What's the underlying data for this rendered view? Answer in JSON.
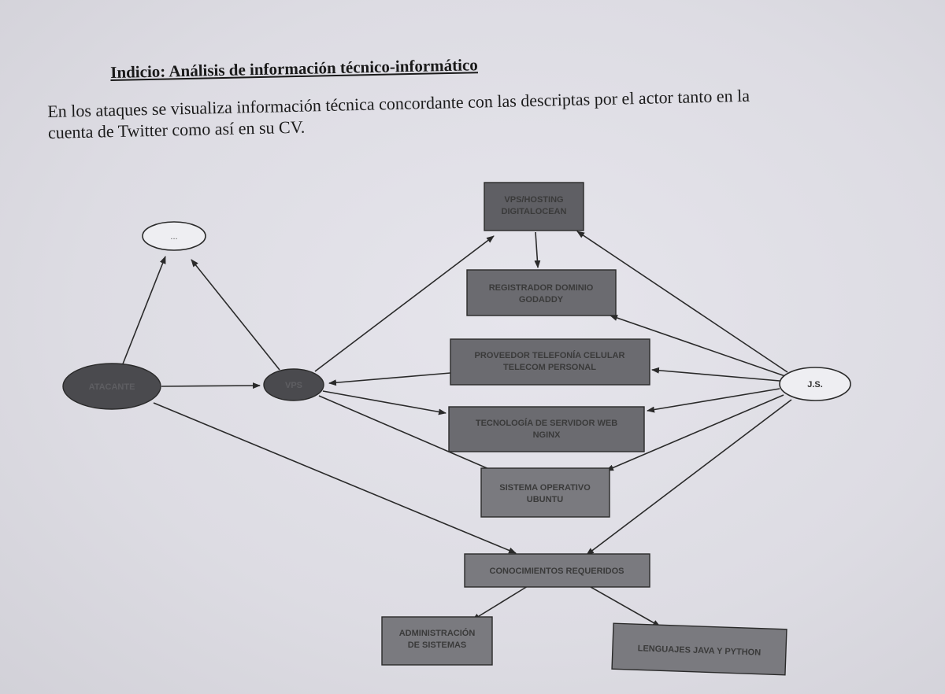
{
  "heading": "Indicio: Análisis de información técnico-informático",
  "paragraph": {
    "line1": "En los ataques se visualiza información técnica concordante con las descriptas por el actor tanto en la",
    "line2": "cuenta de Twitter como así en su CV."
  },
  "diagram": {
    "nodes": {
      "unknown": "...",
      "attacker": "ATACANTE",
      "vps": "VPS",
      "js": "J.S.",
      "vps_hosting": [
        "VPS/HOSTING",
        "DIGITALOCEAN"
      ],
      "registrador": [
        "REGISTRADOR DOMINIO",
        "GODADDY"
      ],
      "telefonia": [
        "PROVEEDOR TELEFONÍA CELULAR",
        "TELECOM PERSONAL"
      ],
      "servidor_web": [
        "TECNOLOGÍA DE SERVIDOR WEB",
        "NGINX"
      ],
      "sistema_operativo": [
        "SISTEMA OPERATIVO",
        "UBUNTU"
      ],
      "conocimientos": [
        "CONOCIMIENTOS REQUERIDOS"
      ],
      "administracion": [
        "ADMINISTRACIÓN",
        "DE SISTEMAS"
      ],
      "lenguajes": [
        "LENGUAJES JAVA Y PYTHON"
      ]
    },
    "colors": {
      "dark_node": "#4a4a4e",
      "box_fill": "#6b6b70",
      "box_fill_light": "#7a7a7f",
      "light_node": "#eeeef2",
      "edge": "#2a2a2a"
    }
  }
}
